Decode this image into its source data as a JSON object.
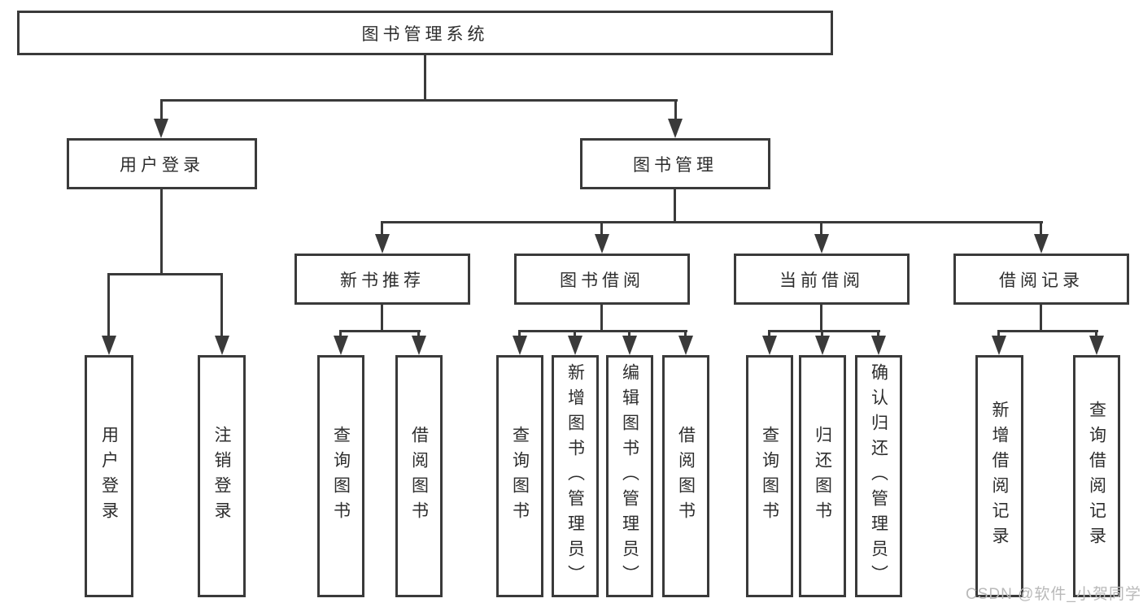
{
  "diagram": {
    "root": {
      "label": "图书管理系统"
    },
    "user_branch": {
      "label": "用户登录",
      "children": [
        {
          "label": "用户登录"
        },
        {
          "label": "注销登录"
        }
      ]
    },
    "book_branch": {
      "label": "图书管理",
      "sections": [
        {
          "label": "新书推荐",
          "children": [
            {
              "label": "查询图书"
            },
            {
              "label": "借阅图书"
            }
          ]
        },
        {
          "label": "图书借阅",
          "children": [
            {
              "label": "查询图书"
            },
            {
              "label": "新增图书（管理员）"
            },
            {
              "label": "编辑图书（管理员）"
            },
            {
              "label": "借阅图书"
            }
          ]
        },
        {
          "label": "当前借阅",
          "children": [
            {
              "label": "查询图书"
            },
            {
              "label": "归还图书"
            },
            {
              "label": "确认归还（管理员）"
            }
          ]
        },
        {
          "label": "借阅记录",
          "children": [
            {
              "label": "新增借阅记录"
            },
            {
              "label": "查询借阅记录"
            }
          ]
        }
      ]
    },
    "colors": {
      "line": "#3a3a3a",
      "text": "#2d2d2d",
      "background": "#ffffff",
      "watermark": "#b9b9b9"
    }
  },
  "watermark": {
    "label": "CSDN @软件_小贺同学"
  }
}
